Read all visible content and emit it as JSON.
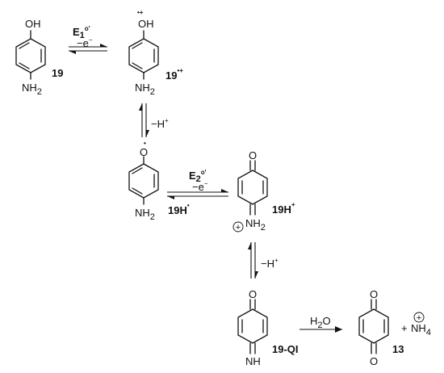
{
  "compounds": {
    "c19": {
      "label": "19",
      "sub_top": "OH",
      "sub_bottom": "NH",
      "sub_bottom_idx": "2"
    },
    "c19rc": {
      "label": "19",
      "label_sup": "•+",
      "sub_top": "OH",
      "radical_mark": "•+",
      "sub_bottom": "NH",
      "sub_bottom_idx": "2"
    },
    "c19h": {
      "label": "19H",
      "label_sup": "•",
      "sub_top": "O",
      "radical_mark": "•",
      "sub_bottom": "NH",
      "sub_bottom_idx": "2"
    },
    "c19hp": {
      "label": "19H",
      "label_sup": "+",
      "sub_top": "O",
      "charge": "+",
      "sub_bottom": "NH",
      "sub_bottom_idx": "2"
    },
    "c19qi": {
      "label": "19-QI",
      "sub_top": "O",
      "sub_bottom": "NH"
    },
    "c13": {
      "label": "13",
      "sub_top": "O",
      "sub_bottom": "O"
    }
  },
  "steps": {
    "step1": {
      "potential": "E",
      "potential_idx": "1",
      "potential_sup": "o'",
      "electron": "−e",
      "electron_sup": "−"
    },
    "step2": {
      "proton": "−H",
      "proton_sup": "+"
    },
    "step3": {
      "potential": "E",
      "potential_idx": "2",
      "potential_sup": "o'",
      "electron": "−e",
      "electron_sup": "−"
    },
    "step4": {
      "proton": "−H",
      "proton_sup": "+"
    },
    "step5": {
      "reagent": "H",
      "reagent_idx": "2",
      "reagent_tail": "O"
    }
  },
  "byproduct": {
    "plus": "+",
    "charge": "+",
    "formula": "NH",
    "formula_idx": "4"
  }
}
